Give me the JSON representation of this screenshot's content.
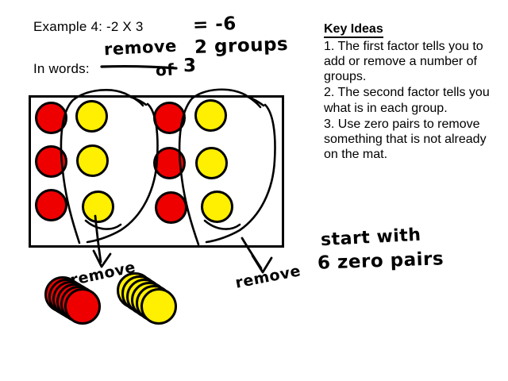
{
  "board": {
    "example_line": "Example 4:  -2 X 3",
    "in_words_line": "In words:",
    "handwriting": {
      "equals_answer": "= -6",
      "remove_top": "remove",
      "groups_top": "2 groups",
      "of_label": "of",
      "three_label": "3",
      "start_with": "start with",
      "zero_pairs": "6 zero pairs",
      "remove_left": "remove",
      "remove_right": "remove"
    }
  },
  "key_ideas": {
    "title": "Key Ideas",
    "items": [
      "1. The first factor tells you to add or remove a number of groups.",
      "2. The second factor tells you what is in each group.",
      "3. Use zero pairs to remove something that is not already on the mat."
    ]
  },
  "mat": {
    "groups": [
      {
        "name": "group-1",
        "red_chips": 3,
        "yellow_chips": 3,
        "circled_column": "yellow"
      },
      {
        "name": "group-2",
        "red_chips": 3,
        "yellow_chips": 3,
        "circled_column": "yellow"
      }
    ]
  },
  "removed_stacks": [
    {
      "name": "red-stack",
      "color": "#ee0000",
      "count": 6,
      "label": "remove"
    },
    {
      "name": "yellow-stack",
      "color": "#ffef00",
      "count": 6,
      "label": "remove"
    }
  ],
  "colors": {
    "red": "#ee0000",
    "yellow": "#ffef00",
    "ink": "#000000",
    "background": "#ffffff"
  }
}
